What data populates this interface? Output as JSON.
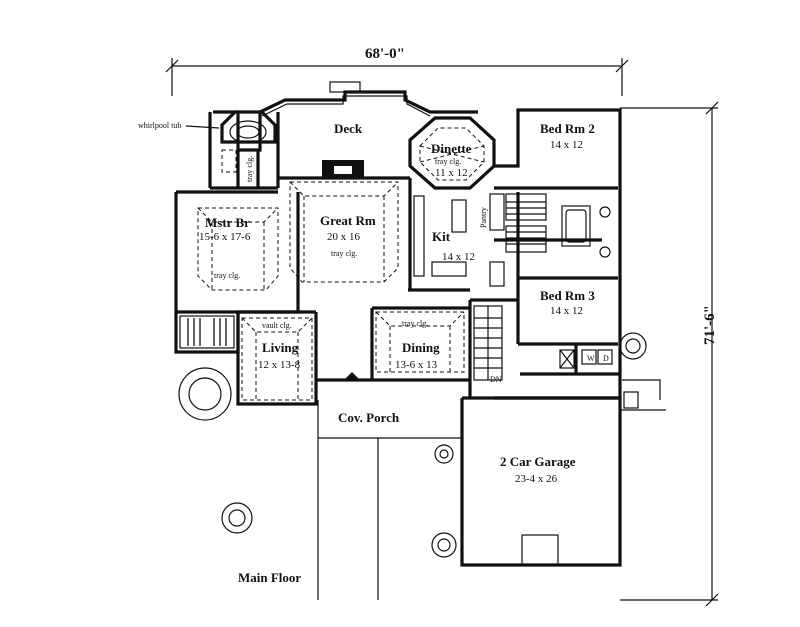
{
  "title": "Main Floor",
  "dimensions": {
    "width": "68'-0\"",
    "depth": "71'-6\""
  },
  "notes": {
    "whirlpool": "whirlpool tub",
    "tray_mb": "tray clg.",
    "tray_bath": "tray clg.",
    "tray_great": "tray clg.",
    "tray_dinette": "tray clg.",
    "tray_dining": "tray clg.",
    "vault_living": "vault clg.",
    "pantry": "Pantry",
    "stair_dn": "DN",
    "washer": "W",
    "dryer": "D"
  },
  "rooms": {
    "deck": {
      "name": "Deck"
    },
    "dinette": {
      "name": "Dinette",
      "size": "11 x 12"
    },
    "bed2": {
      "name": "Bed Rm 2",
      "size": "14 x 12"
    },
    "mstr": {
      "name": "Mstr Br",
      "size": "15-6 x 17-6"
    },
    "great": {
      "name": "Great Rm",
      "size": "20 x 16"
    },
    "kit": {
      "name": "Kit",
      "size": "14 x 12"
    },
    "bed3": {
      "name": "Bed Rm 3",
      "size": "14 x 12"
    },
    "living": {
      "name": "Living",
      "size": "12 x 13-8"
    },
    "dining": {
      "name": "Dining",
      "size": "13-6 x 13"
    },
    "porch": {
      "name": "Cov. Porch"
    },
    "garage": {
      "name": "2 Car Garage",
      "size": "23-4 x 26"
    }
  }
}
